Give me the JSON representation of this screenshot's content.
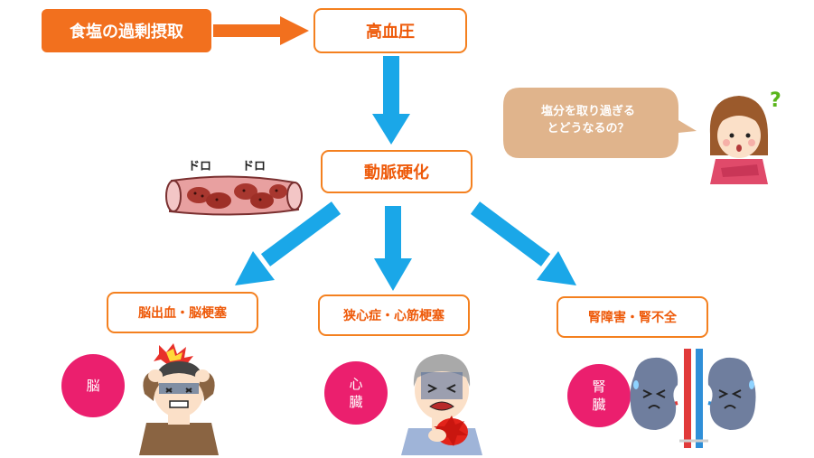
{
  "cause": {
    "label": "食塩の過剰摂取"
  },
  "nodes": {
    "hypertension": "高血圧",
    "arteriosclerosis": "動脈硬化",
    "brain_disease": "脳出血・脳梗塞",
    "heart_disease": "狭心症・心筋梗塞",
    "kidney_disease": "腎障害・腎不全"
  },
  "artery_sfx": [
    "ドロ",
    "ドロ"
  ],
  "speech_bubble": {
    "line1": "塩分を取り過ぎる",
    "line2": "とどうなるの？"
  },
  "organ_badges": {
    "brain": "脳",
    "heart_line1": "心",
    "heart_line2": "臓",
    "kidney_line1": "腎",
    "kidney_line2": "臓"
  },
  "colors": {
    "orange": "#f2701e",
    "box_border": "#f4801f",
    "box_text": "#ee5a0a",
    "arrow_blue": "#1aa7e8",
    "badge_pink": "#eb1f6e",
    "bubble": "#e0b48c"
  }
}
